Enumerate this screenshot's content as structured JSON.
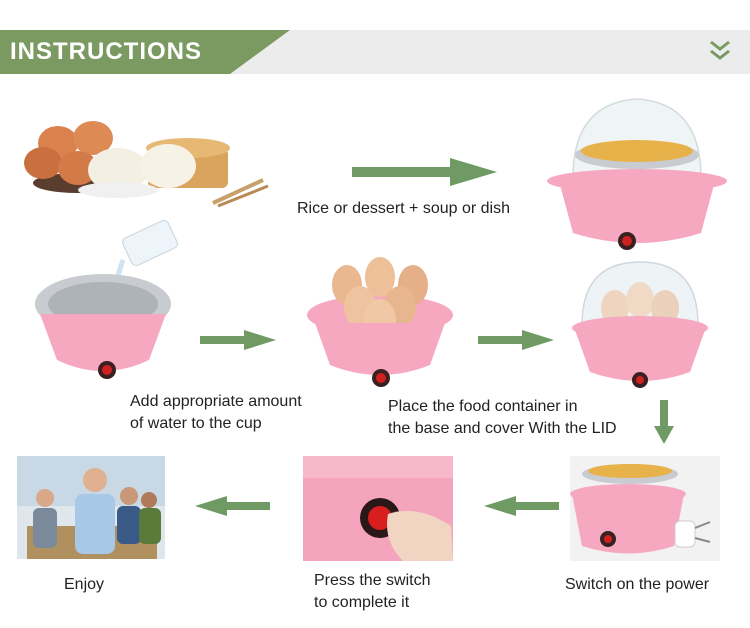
{
  "header": {
    "title": "INSTRUCTIONS",
    "band_color": "#7a9a62",
    "icon": "chevrons-down-icon"
  },
  "steps": {
    "rice_soup": "Rice or dessert + soup or dish",
    "add_water": "Add appropriate amount of water to the cup",
    "add_water_l1": "Add appropriate amount",
    "add_water_l2": "of water to the cup",
    "place_food_l1": "Place the food container in",
    "place_food_l2": "the base and cover With the LID",
    "switch_power": "Switch on the power",
    "press_l1": "Press the switch",
    "press_l2": "to complete it",
    "enjoy": "Enjoy"
  },
  "colors": {
    "arrow": "#6f9a63",
    "cooker_pink": "#f6a8c1",
    "steel": "#c8cbd0"
  }
}
